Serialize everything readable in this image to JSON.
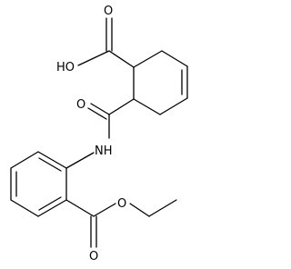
{
  "structure": {
    "atom_labels": {
      "hydroxyl": "HO",
      "carbonyl_o_acid": "O",
      "carbonyl_o_amide": "O",
      "amide_nh": "NH",
      "carbonyl_o_ester": "O",
      "ester_o": "O"
    }
  }
}
